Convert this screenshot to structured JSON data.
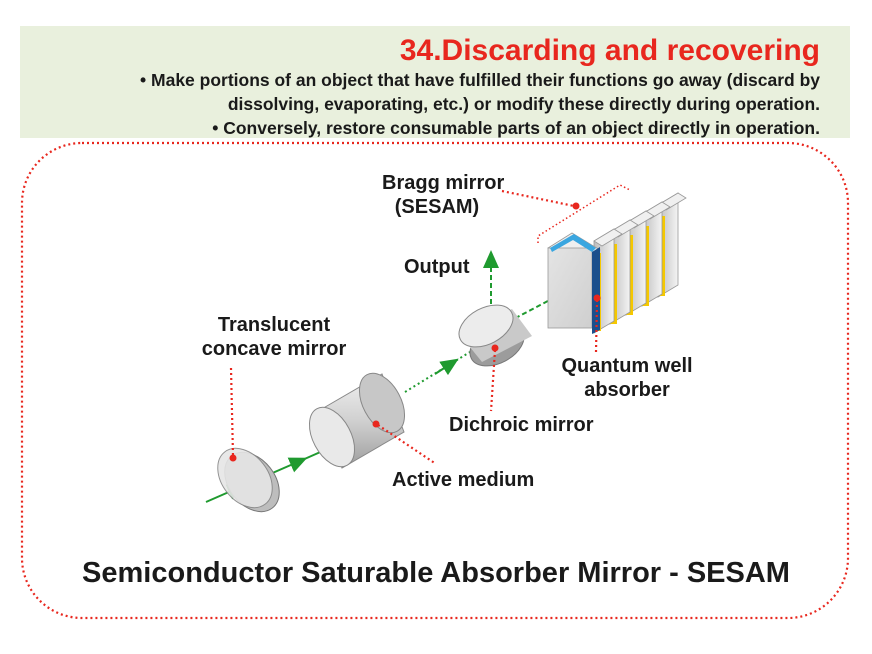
{
  "header": {
    "title": "34.Discarding and recovering",
    "bullet_1_line_1": "•   Make portions of an object that have fulfilled their functions go away (discard by",
    "bullet_1_line_2": "dissolving, evaporating, etc.) or modify these directly during operation.",
    "bullet_2": "•   Conversely, restore consumable parts of an object directly in operation."
  },
  "labels": {
    "bragg_mirror_line_1": "Bragg mirror",
    "bragg_mirror_line_2": "(SESAM)",
    "output": "Output",
    "translucent_line_1": "Translucent",
    "translucent_line_2": "concave mirror",
    "quantum_line_1": "Quantum well",
    "quantum_line_2": "absorber",
    "dichroic_mirror": "Dichroic mirror",
    "active_medium": "Active medium"
  },
  "caption": "Semiconductor Saturable Absorber Mirror - SESAM",
  "colors": {
    "title_red": "#e8271e",
    "header_bg": "#e9f0dd",
    "dot_red": "#e8271e",
    "beam_green": "#1f9a2f",
    "absorber_yellow": "#f5c800",
    "mirror_blue": "#3aa6e0"
  }
}
